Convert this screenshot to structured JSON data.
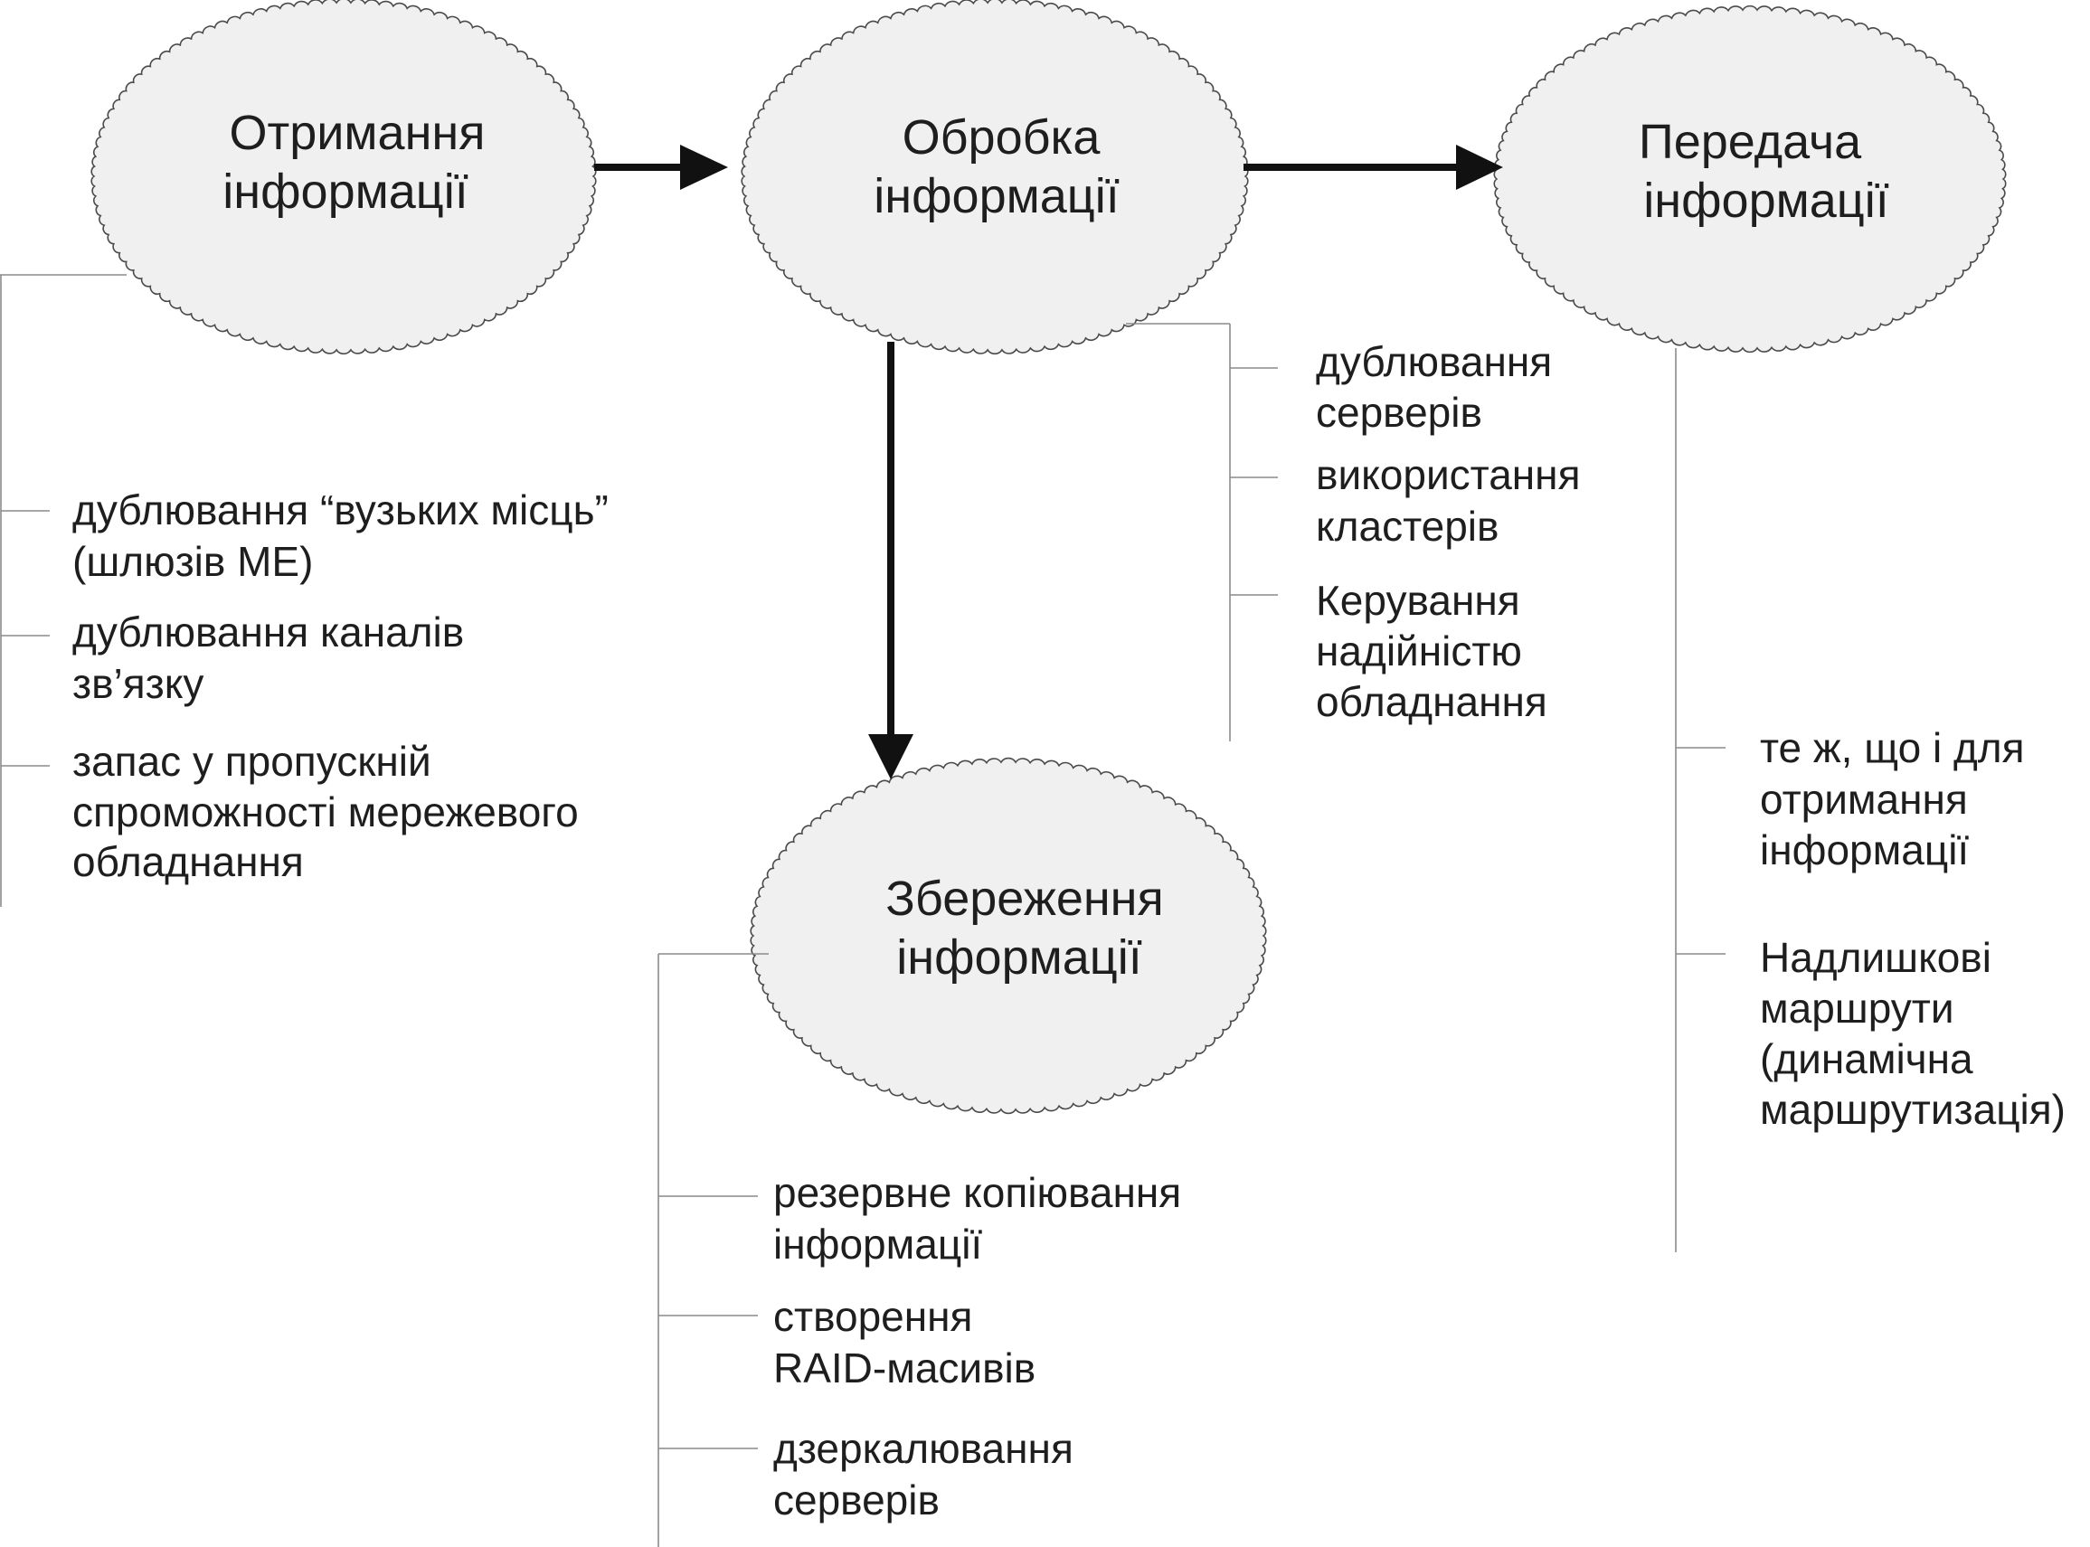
{
  "nodes": {
    "receive": {
      "line1": "Отримання",
      "line2": "інформації"
    },
    "process": {
      "line1": "Обробка",
      "line2": "інформації"
    },
    "transmit": {
      "line1": "Передача",
      "line2": "інформації"
    },
    "store": {
      "line1": "Збереження",
      "line2": "інформації"
    }
  },
  "receive_items": [
    [
      "дублювання “вузьких місць”",
      "(шлюзів МЕ)"
    ],
    [
      "дублювання каналів",
      "зв’язку"
    ],
    [
      "запас у пропускній",
      "спроможності мережевого",
      "обладнання"
    ]
  ],
  "process_items": [
    [
      "дублювання",
      "серверів"
    ],
    [
      "використання",
      "кластерів"
    ],
    [
      "Керування",
      "надійністю",
      "обладнання"
    ]
  ],
  "transmit_items": [
    [
      "те ж, що і для",
      "отримання",
      "інформації"
    ],
    [
      "Надлишкові",
      "маршрути",
      "(динамічна",
      "маршрутизація)"
    ]
  ],
  "store_items": [
    [
      "резервне копіювання",
      "інформації"
    ],
    [
      "створення",
      "RAID-масивів"
    ],
    [
      "дзеркалювання",
      "серверів"
    ]
  ]
}
